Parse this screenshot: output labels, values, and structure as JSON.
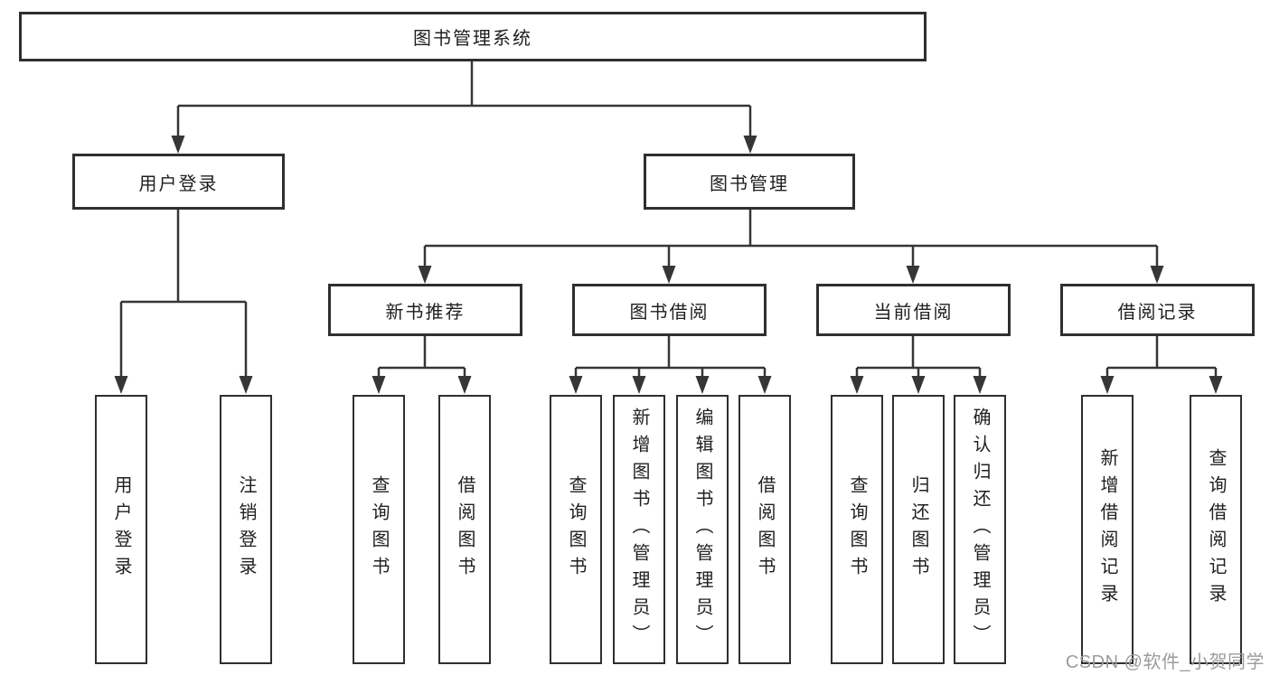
{
  "nodes": {
    "root": "图书管理系统",
    "level2": [
      "用户登录",
      "图书管理"
    ],
    "level3": [
      "新书推荐",
      "图书借阅",
      "当前借阅",
      "借阅记录"
    ],
    "leaves": {
      "login": [
        "用户登录",
        "注销登录"
      ],
      "recommend": [
        "查询图书",
        "借阅图书"
      ],
      "borrow": [
        "查询图书",
        "新增图书（管理员）",
        "编辑图书（管理员）",
        "借阅图书"
      ],
      "current": [
        "查询图书",
        "归还图书",
        "确认归还（管理员）"
      ],
      "records": [
        "新增借阅记录",
        "查询借阅记录"
      ]
    }
  },
  "watermark": "CSDN @软件_小贺同学",
  "colors": {
    "line": "#363636",
    "border": "#2f2f2f",
    "text": "#1f1f1f",
    "watermark": "#9c9c9c",
    "background": "#ffffff"
  }
}
